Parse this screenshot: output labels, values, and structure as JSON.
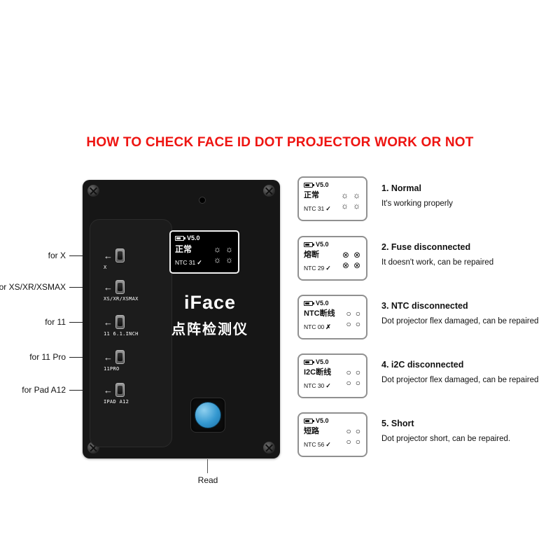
{
  "title": "HOW TO CHECK FACE ID DOT PROJECTOR WORK OR NOT",
  "device": {
    "brand": "iFace",
    "brand_cn": "点阵检测仪",
    "display": {
      "version": "V5.0",
      "status": "正常",
      "ntc": "NTC 31",
      "result": "✓",
      "icon_glyph": "☼"
    },
    "ports": [
      {
        "label": "X",
        "callout": "for X"
      },
      {
        "label": "XS/XR/XSMAX",
        "callout": "for XS/XR/XSMAX"
      },
      {
        "label": "11 6.1.INCH",
        "callout": "for 11"
      },
      {
        "label": "11PRO",
        "callout": "for 11 Pro"
      },
      {
        "label": "IPAD A12",
        "callout": "for Pad A12"
      }
    ],
    "read_button_label": "Read"
  },
  "cases": [
    {
      "version": "V5.0",
      "status": "正常",
      "ntc": "NTC 31",
      "result": "✓",
      "icon_glyph": "☼",
      "heading": "1. Normal",
      "description": "It's working properly"
    },
    {
      "version": "V5.0",
      "status": "熔断",
      "ntc": "NTC 29",
      "result": "✓",
      "icon_glyph": "⊗",
      "heading": "2. Fuse disconnected",
      "description": "It doesn't work, can be repaired"
    },
    {
      "version": "V5.0",
      "status": "NTC断线",
      "ntc": "NTC 00",
      "result": "✗",
      "icon_glyph": "○",
      "heading": "3. NTC disconnected",
      "description": "Dot projector flex damaged, can be repaired"
    },
    {
      "version": "V5.0",
      "status": "I2C断线",
      "ntc": "NTC 30",
      "result": "✓",
      "icon_glyph": "○",
      "heading": "4. i2C disconnected",
      "description": "Dot projector flex damaged, can be repaired"
    },
    {
      "version": "V5.0",
      "status": "短路",
      "ntc": "NTC 56",
      "result": "✓",
      "icon_glyph": "○",
      "heading": "5. Short",
      "description": "Dot projector short, can be repaired."
    }
  ],
  "colors": {
    "accent_red": "#ee1411",
    "button_blue": "#3498d0"
  }
}
